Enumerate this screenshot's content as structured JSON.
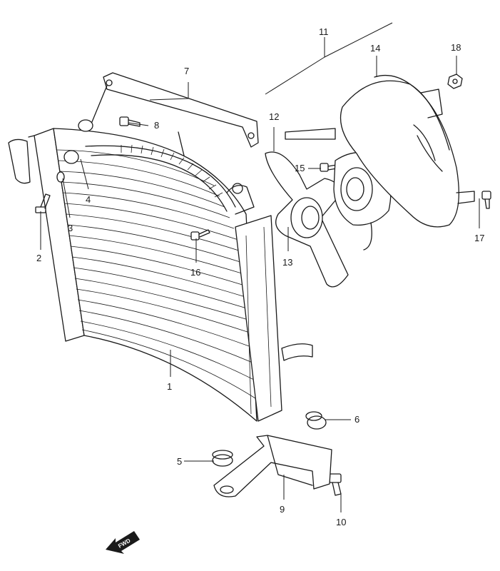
{
  "part_labels": [
    "1",
    "2",
    "3",
    "4",
    "5",
    "6",
    "7",
    "8",
    "9",
    "10",
    "11",
    "12",
    "13",
    "14",
    "15",
    "16",
    "17",
    "18"
  ],
  "direction_badge": "FWD",
  "icons": {
    "direction": "forward-arrow-icon",
    "fastener": "bolt-icon",
    "rubber_mount": "grommet-icon"
  }
}
